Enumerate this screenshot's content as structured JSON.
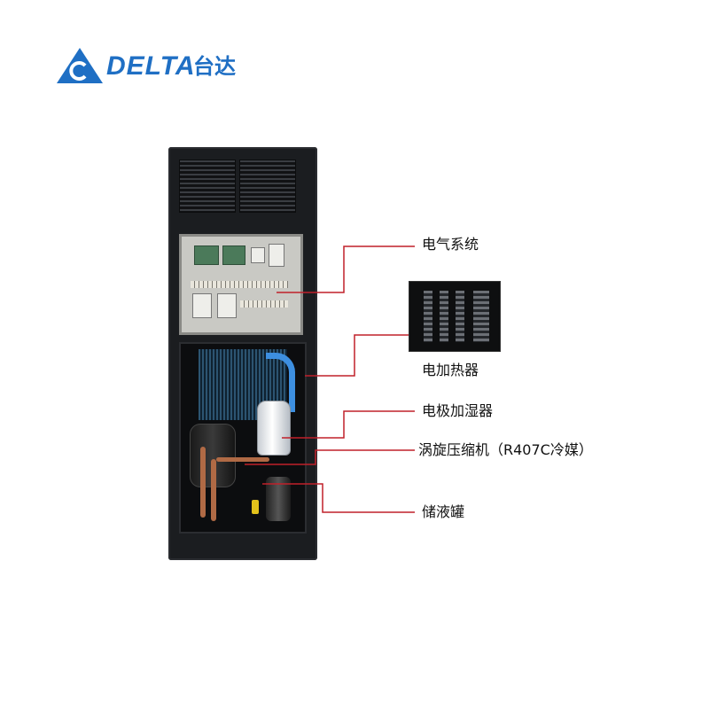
{
  "brand": {
    "logo_text": "DELTA",
    "logo_cn": "台达",
    "color": "#1f6fc4"
  },
  "leader_color": "#c0202a",
  "labels": {
    "electrical_system": "电气系统",
    "electric_heater": "电加热器",
    "electrode_humidifier": "电极加湿器",
    "scroll_compressor": "涡旋压缩机（R407C冷媒）",
    "liquid_receiver": "储液罐"
  }
}
